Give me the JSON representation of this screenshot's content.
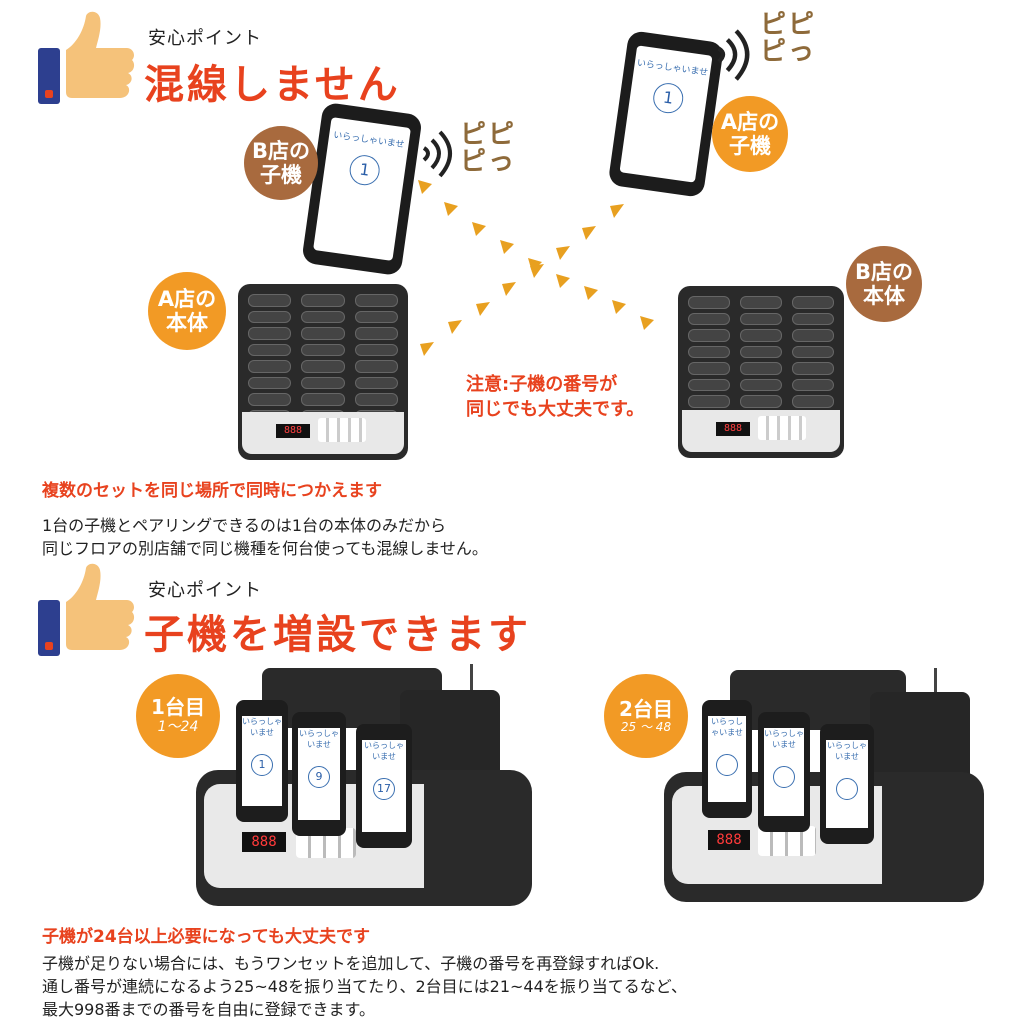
{
  "section1": {
    "point_sub": "安心ポイント",
    "point_title": "混線しません",
    "label_b_child": [
      "B店の",
      "子機"
    ],
    "label_a_child": [
      "A店の",
      "子機"
    ],
    "label_a_base": [
      "A店の",
      "本体"
    ],
    "label_b_base": [
      "B店の",
      "本体"
    ],
    "beep": [
      "ピピ",
      "ピっ"
    ],
    "pager_screen_text": "いらっしゃいませ",
    "pager_number": "1",
    "base_display": "888",
    "note": [
      "注意:子機の番号が",
      "同じでも大丈夫です。"
    ],
    "headline": "複数のセットを同じ場所で同時につかえます",
    "body": [
      "1台の子機とペアリングできるのは1台の本体のみだから",
      "同じフロアの別店舗で同じ機種を何台使っても混線しません。"
    ]
  },
  "section2": {
    "point_sub": "安心ポイント",
    "point_title": "子機を増設できます",
    "set1": {
      "label": "1台目",
      "range": "1～24",
      "numbers": [
        "1",
        "9",
        "17"
      ]
    },
    "set2": {
      "label": "2台目",
      "range": "25 ～ 48"
    },
    "pager_screen_text": "いらっしゃいませ",
    "stand_display": "888",
    "headline": "子機が24台以上必要になっても大丈夫です",
    "body": [
      "子機が足りない場合には、もうワンセットを追加して、子機の番号を再登録すればOk.",
      "通し番号が連続になるよう25~48を振り当てたり、2台目には21~44を振り当てるなど、",
      "最大998番までの番号を自由に登録できます。"
    ]
  },
  "colors": {
    "accent_red": "#e8421e",
    "brown": "#a86a3e",
    "orange": "#f29a25",
    "thumb_skin": "#f5c27a",
    "cuff_blue": "#2d3f8f"
  }
}
